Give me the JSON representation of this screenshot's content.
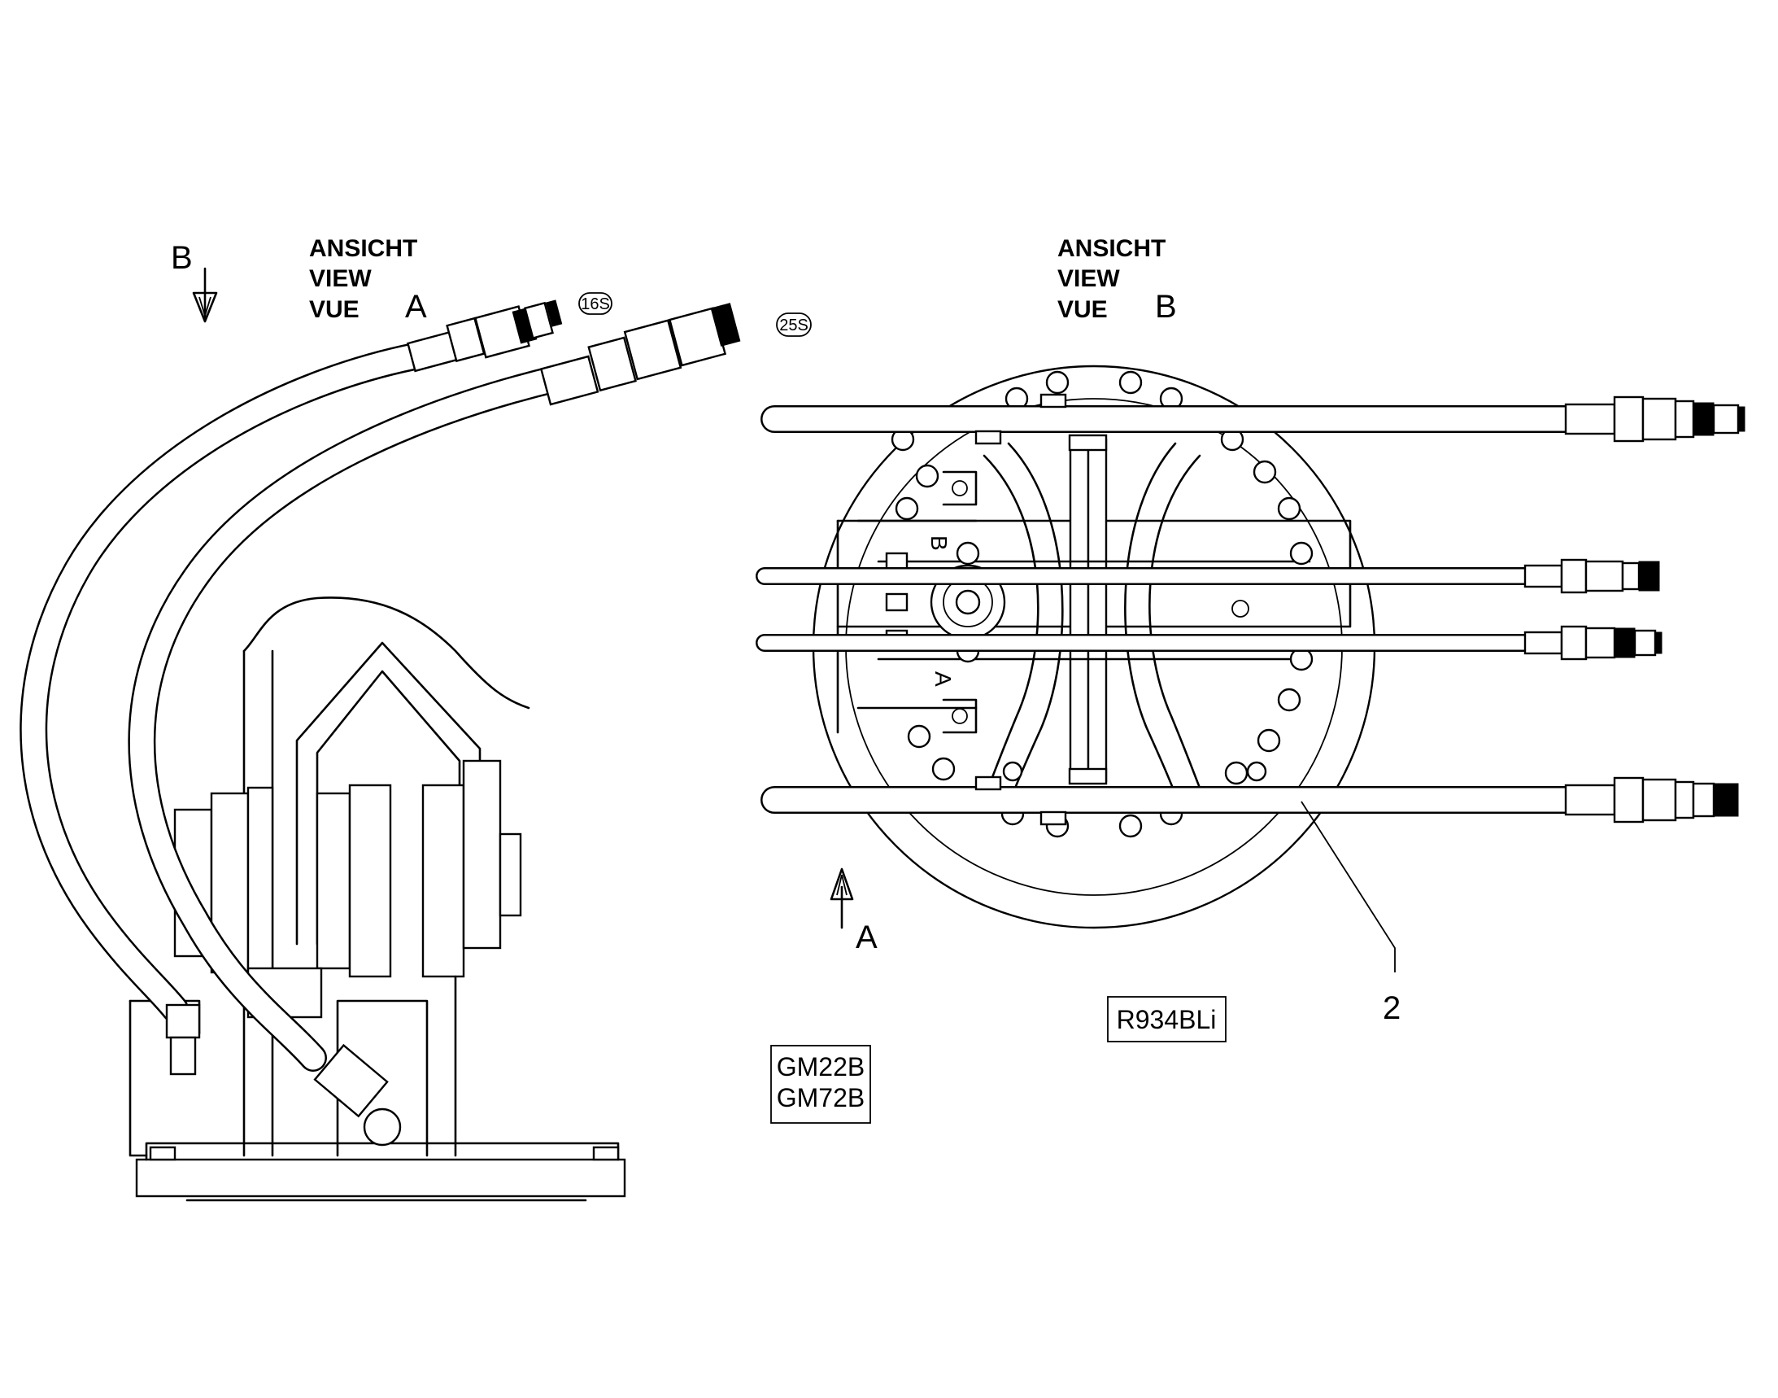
{
  "view_a": {
    "line1": "ANSICHT",
    "line2": "VIEW",
    "line3": "VUE",
    "letter": "A",
    "arrow_letter": "B",
    "callouts": [
      "16S",
      "25S"
    ]
  },
  "view_b": {
    "line1": "ANSICHT",
    "line2": "VIEW",
    "line3": "VUE",
    "letter": "B",
    "arrow_letter": "A",
    "motor_marks": [
      "B",
      "A"
    ],
    "item_number": "2"
  },
  "codes": {
    "model": "R934BLi",
    "variant1": "GM22B",
    "variant2": "GM72B"
  },
  "colors": {
    "ink": "#000000",
    "paper": "#ffffff"
  }
}
